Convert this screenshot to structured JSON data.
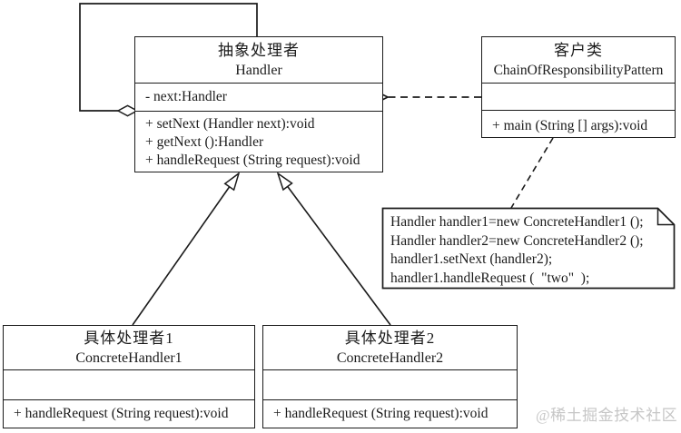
{
  "classes": {
    "handler": {
      "title_cn": "抽象处理者",
      "title_en": "Handler",
      "attributes": [
        "- next:Handler"
      ],
      "methods": [
        "+ setNext (Handler next):void",
        "+ getNext ():Handler",
        "+ handleRequest (String request):void"
      ]
    },
    "client": {
      "title_cn": "客户类",
      "title_en": "ChainOfResponsibilityPattern",
      "attributes": [],
      "methods": [
        "+ main (String [] args):void"
      ]
    },
    "concrete1": {
      "title_cn": "具体处理者1",
      "title_en": "ConcreteHandler1",
      "attributes": [],
      "methods": [
        "+ handleRequest (String request):void"
      ]
    },
    "concrete2": {
      "title_cn": "具体处理者2",
      "title_en": "ConcreteHandler2",
      "attributes": [],
      "methods": [
        "+ handleRequest (String request):void"
      ]
    }
  },
  "note": {
    "lines": [
      "Handler handler1=new ConcreteHandler1 ();",
      "Handler handler2=new ConcreteHandler2 ();",
      "handler1.setNext (handler2);",
      "handler1.handleRequest (  \"two\"  );"
    ]
  },
  "relationships": [
    "self-aggregation: Handler diamond loop (next)",
    "dashed dependency: ChainOfResponsibilityPattern -> Handler",
    "generalization: ConcreteHandler1 -> Handler",
    "generalization: ConcreteHandler2 -> Handler",
    "dashed note anchor: client -> code note"
  ],
  "watermark": "@稀土掘金技术社区",
  "colors": {
    "line": "#1b1b1b",
    "background": "#ffffff",
    "watermark": "#c6c6c6"
  }
}
